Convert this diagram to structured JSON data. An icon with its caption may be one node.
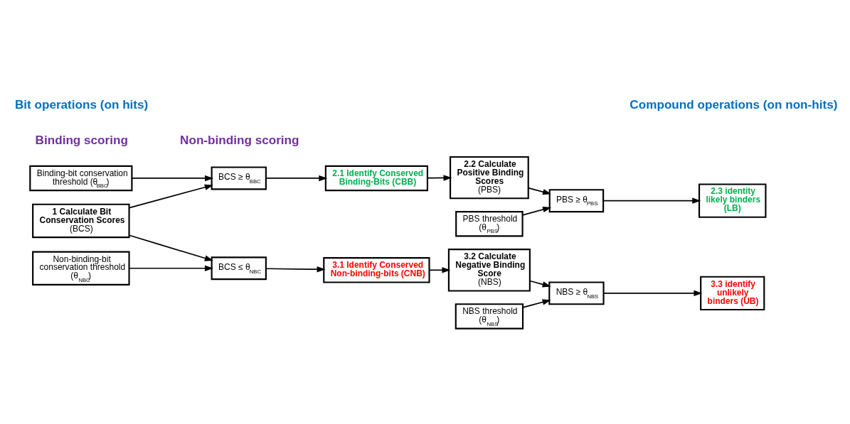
{
  "diagram": {
    "nodes": [
      {
        "text": [
          "Binding-bit conservation threshold (θ$_{BBC}$)"
        ]
      },
      {
        "text": [
          "2.1 Identify Conserved Binding-Bits (CBB)"
        ]
      },
      {
        "text": [
          "BCS ≥ θ$_{BBC}$"
        ]
      },
      {
        "text": [
          "1 Calculate Bit Conservation Scores",
          "(BCS)"
        ]
      },
      {
        "text": [
          "BCS ≤ θ$_{NBC}$"
        ]
      },
      {
        "text": [
          "Non-binding-bit conservation threshold (θ$_{NBC}$)"
        ]
      },
      {
        "text": [
          "3.1 Identify Conserved Non-binding-bits (CNB)"
        ]
      },
      {
        "text": [
          "2.2 Calculate Positive Binding Scores",
          "(PBS)"
        ]
      },
      {
        "text": [
          "PBS ≥ θ$_{PBS}$"
        ]
      },
      {
        "text": [
          "2.3 identity likely binders (LB)"
        ]
      },
      {
        "text": [
          "PBS threshold (θ$_{PBS}$)"
        ]
      },
      {
        "text": [
          "3.2 Calculate Negative Binding Score",
          "(NBS)"
        ]
      },
      {
        "text": [
          "NBS ≥ θ$_{NBS}$"
        ]
      },
      {
        "text": [
          "NBS threshold (θ$_{NBS}$)"
        ]
      },
      {
        "text": [
          "3.3 identify unlikely binders (UB)"
        ]
      }
    ],
    "edges": [
      {
        "from": 0,
        "to": 2,
        "arrow": "to"
      },
      {
        "from": 3,
        "to": 2,
        "arrow": "to"
      },
      {
        "from": 2,
        "to": 1,
        "arrow": "to"
      },
      {
        "from": 1,
        "to": 7,
        "arrow": "to"
      },
      {
        "from": 7,
        "to": 8,
        "arrow": "to"
      },
      {
        "from": 10,
        "to": 8,
        "arrow": "to"
      },
      {
        "from": 8,
        "to": 9,
        "arrow": "to"
      },
      {
        "from": 3,
        "to": 4,
        "arrow": "to"
      },
      {
        "from": 5,
        "to": 4,
        "arrow": "to"
      },
      {
        "from": 4,
        "to": 6,
        "arrow": "to"
      },
      {
        "from": 6,
        "to": 11,
        "arrow": "to"
      },
      {
        "from": 11,
        "to": 12,
        "arrow": "to"
      },
      {
        "from": 13,
        "to": 12,
        "arrow": "to"
      },
      {
        "from": 12,
        "to": 14,
        "arrow": "to"
      }
    ],
    "labels": [
      "Binding scoring",
      "Bit operations (on hits)",
      "Compound operations (on non-hits)",
      "Non-binding scoring"
    ]
  }
}
